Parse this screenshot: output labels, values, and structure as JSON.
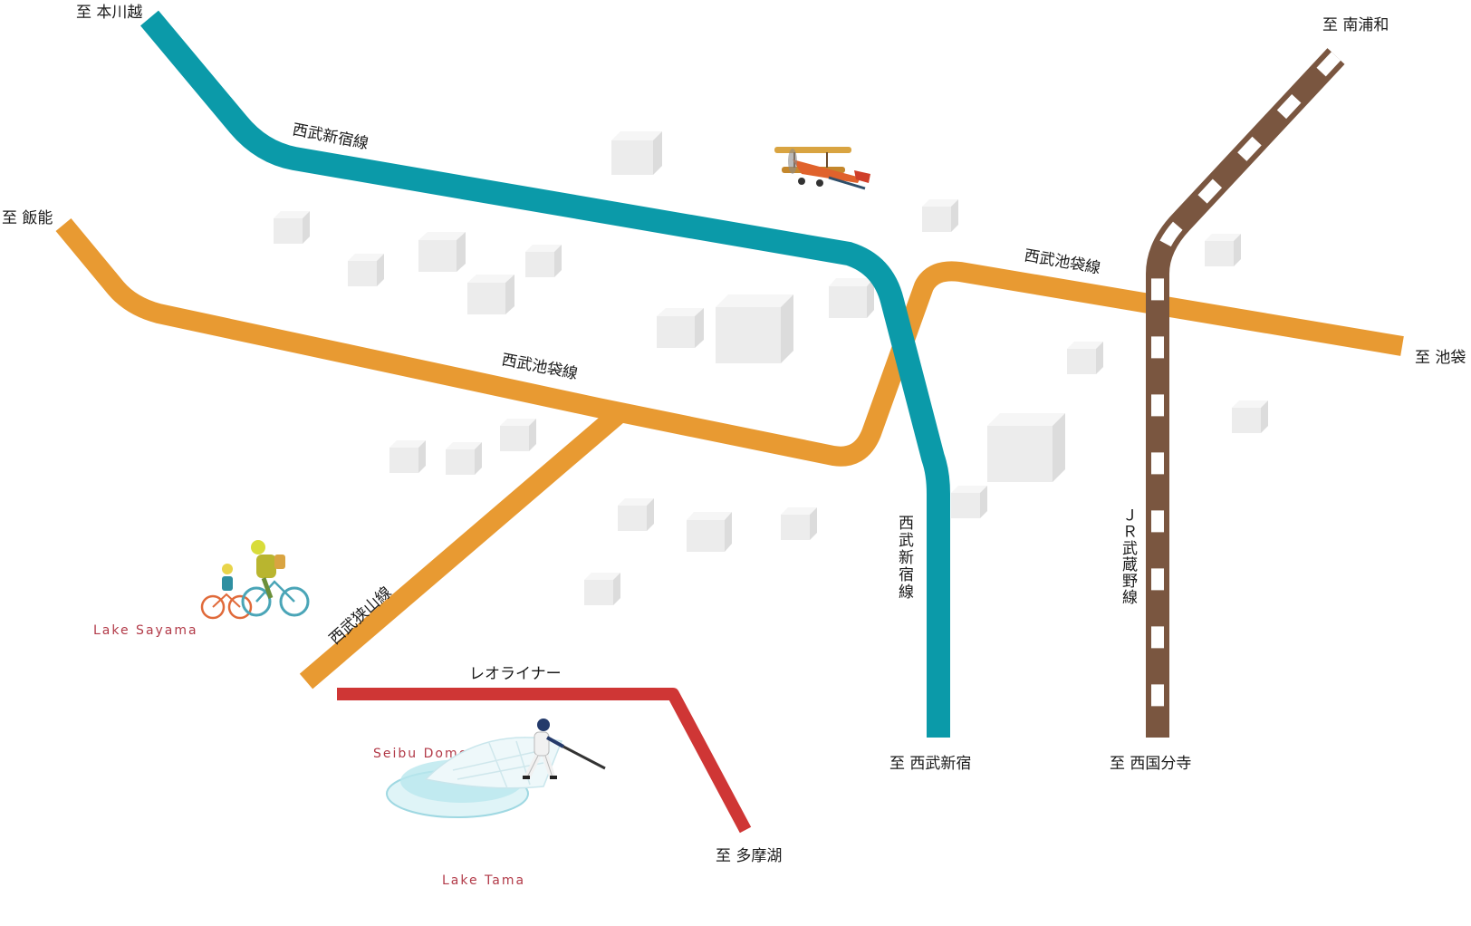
{
  "lines": {
    "shinjuku": {
      "name": "西武新宿線",
      "name_vertical": "西武新宿線",
      "color": "#0b9aa9"
    },
    "ikebukuro": {
      "name": "西武池袋線",
      "color": "#e89a32"
    },
    "sayama": {
      "name": "西武狭山線",
      "color": "#e89a32"
    },
    "leo": {
      "name": "レオライナー",
      "color": "#cf3635"
    },
    "musashino": {
      "name": "ＪＲ武蔵野線",
      "color": "#7a5640"
    }
  },
  "destinations": {
    "hon_kawagoe": "至 本川越",
    "hanno": "至 飯能",
    "minami_urawa": "至 南浦和",
    "ikebukuro": "至 池袋",
    "seibu_shinjuku": "至 西武新宿",
    "nishi_kokubunji": "至 西国分寺",
    "tamako": "至 多摩湖"
  },
  "places": {
    "lake_sayama": "Lake Sayama",
    "seibu_dome": "Seibu Dome",
    "lake_tama": "Lake Tama"
  },
  "icons": [
    "biplane-icon",
    "cyclists-icon",
    "baseball-batter-icon",
    "dome-stadium-icon",
    "building-icon"
  ]
}
